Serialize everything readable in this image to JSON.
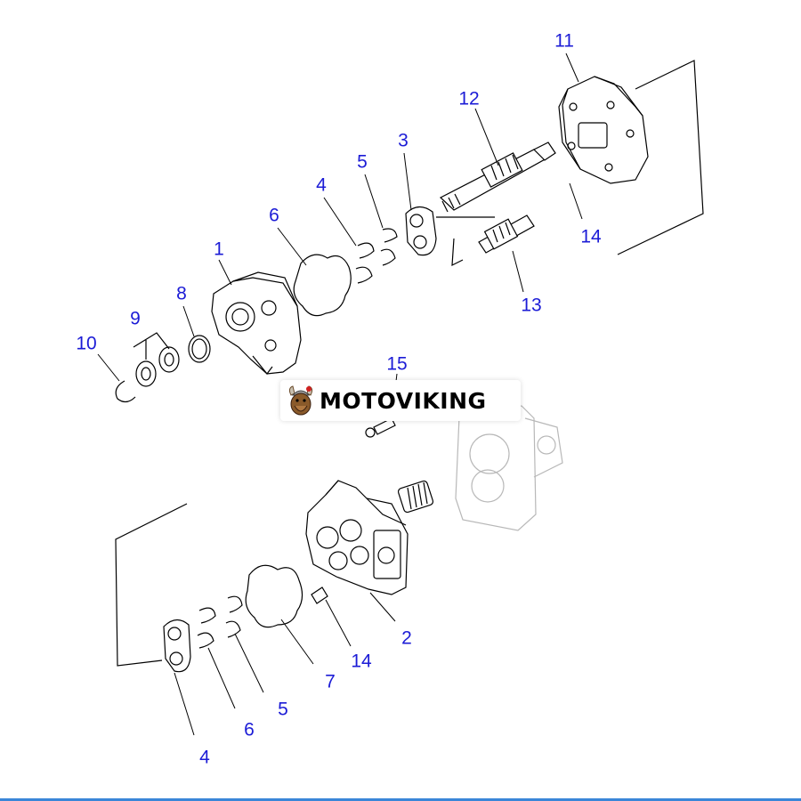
{
  "labels": {
    "p1": "1",
    "p2": "2",
    "p3": "3",
    "p4a": "4",
    "p4b": "4",
    "p5a": "5",
    "p5b": "5",
    "p6a": "6",
    "p6b": "6",
    "p7": "7",
    "p8": "8",
    "p9": "9",
    "p10": "10",
    "p11": "11",
    "p12": "12",
    "p13": "13",
    "p14a": "14",
    "p14b": "14",
    "p15": "15"
  },
  "logo": {
    "text": "MOTOVIKING"
  },
  "colors": {
    "label": "#1c1cd6",
    "line": "#000000",
    "accent_bar": "#3a86d8"
  }
}
